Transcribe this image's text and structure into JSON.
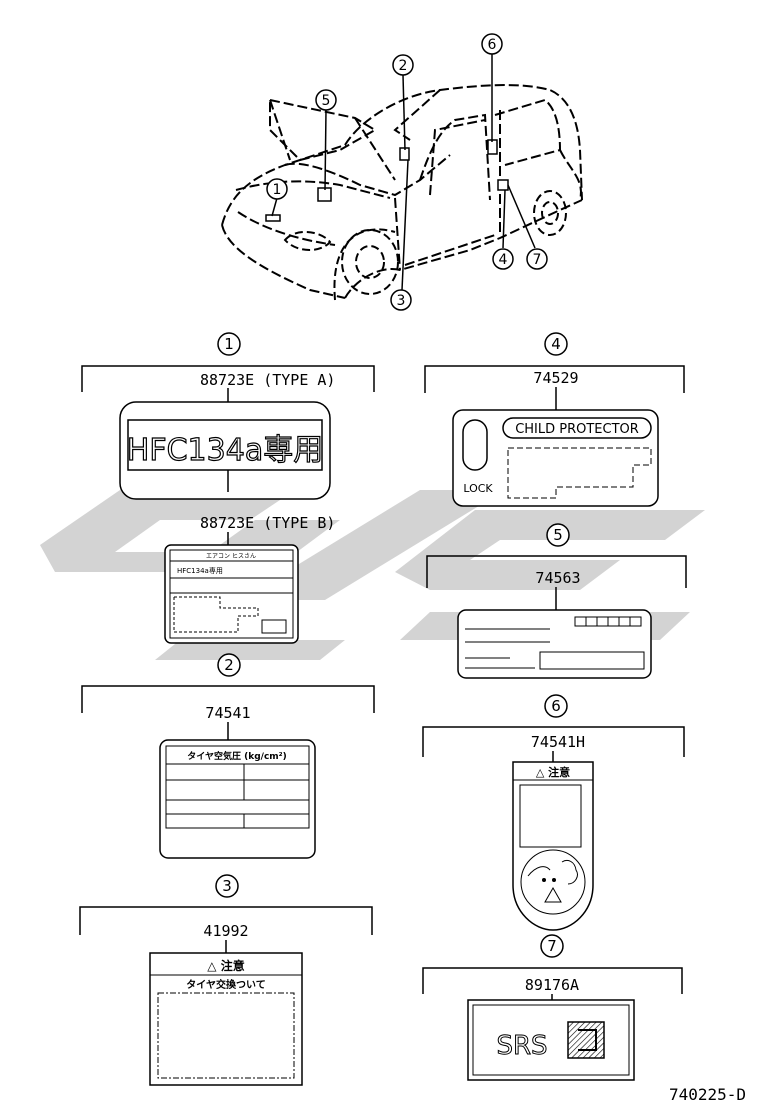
{
  "callouts": {
    "c1": "1",
    "c2": "2",
    "c3": "3",
    "c4": "4",
    "c5": "5",
    "c6": "6",
    "c7": "7"
  },
  "parts": {
    "p1a": "88723E (TYPE  A)",
    "p1b": "88723E (TYPE  B)",
    "p2": "74541",
    "p3": "41992",
    "p4": "74529",
    "p5": "74563",
    "p6": "74541H",
    "p7": "89176A"
  },
  "labels": {
    "hfc_large": "HFC134a専用",
    "hfc_small_header": "エアコン ヒスさん",
    "hfc_small": "HFC134a専用",
    "tire_pressure": "タイヤ空気圧 (kg/cm²)",
    "caution_3": "△ 注意",
    "tire_change_3": "タイヤ交換ついて",
    "child_protector": "CHILD PROTECTOR",
    "lock": "LOCK",
    "caution_6": "△ 注意",
    "srs": "SRS"
  },
  "drawing_code": "740225-D",
  "colors": {
    "line": "#000000",
    "watermark": "#d0d0d0",
    "paper": "#ffffff"
  }
}
